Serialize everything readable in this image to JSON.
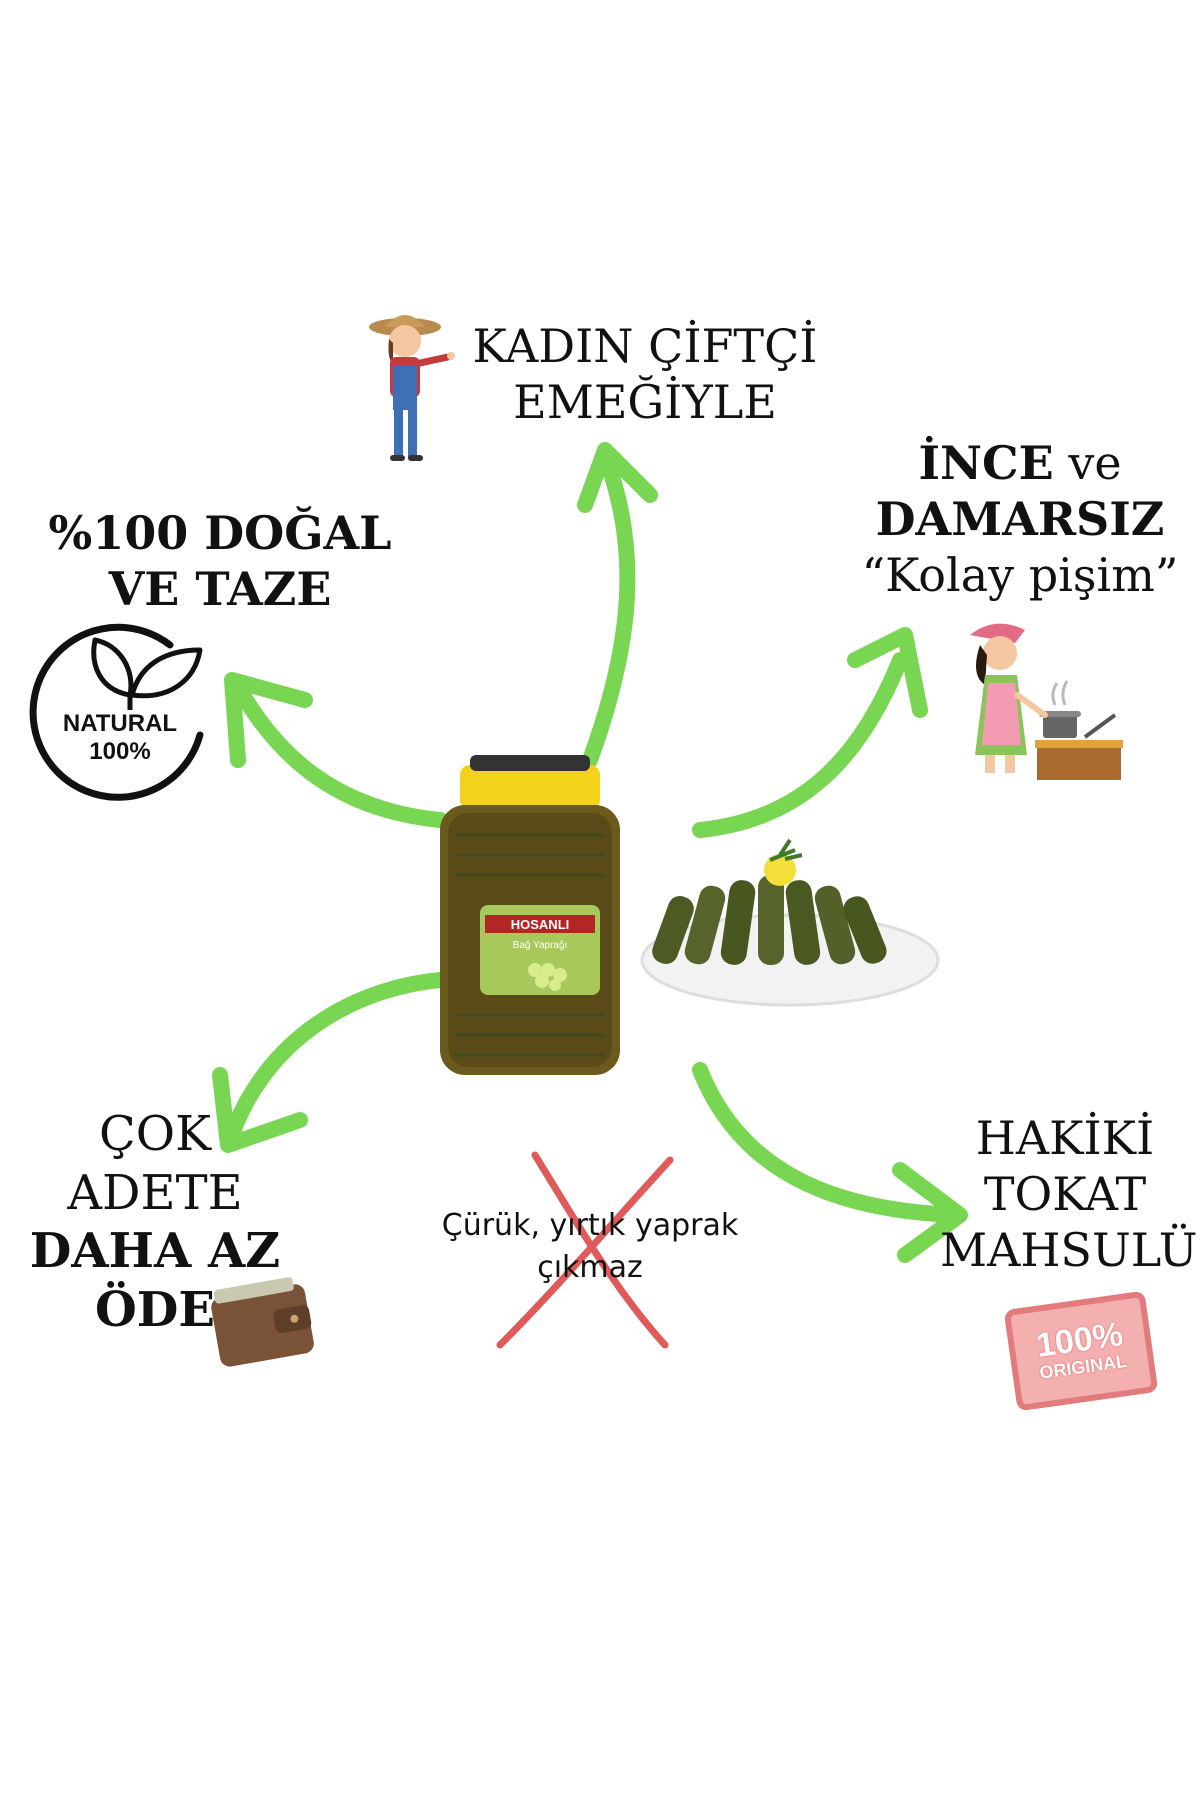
{
  "features": {
    "farmer": {
      "line1": "KADIN ÇİFTÇİ",
      "line2": "EMEĞİYLE"
    },
    "natural": {
      "line1": "%100 DOĞAL",
      "line2": "VE TAZE"
    },
    "thin": {
      "line1_bold": "İNCE",
      "line1_rest": " ve",
      "line2": "DAMARSIZ",
      "line3": "“Kolay pişim”"
    },
    "price": {
      "line1": "ÇOK",
      "line2": "ADETE",
      "line3": "DAHA AZ",
      "line4": "ÖDE"
    },
    "origin": {
      "line1": "HAKİKİ",
      "line2": "TOKAT",
      "line3": "MAHSULÜ"
    },
    "quality": {
      "line1": "Çürük, yırtık yaprak",
      "line2": "çıkmaz"
    }
  },
  "badges": {
    "natural_line1": "NATURAL",
    "natural_line2": "100%",
    "original_big": "100%",
    "original_small": "ORIGINAL"
  },
  "product": {
    "brand": "HOSANLI",
    "name": "Bağ Yaprağı"
  },
  "colors": {
    "arrow": "#79d653",
    "cross": "#e05a5a",
    "lid": "#f2d21b",
    "jar": "#6b5a1e",
    "leaf": "#3f4a1d"
  },
  "icons": [
    "leaf-icon",
    "farmer-woman-icon",
    "cooking-woman-icon",
    "wallet-icon",
    "original-stamp-icon",
    "cross-icon"
  ]
}
